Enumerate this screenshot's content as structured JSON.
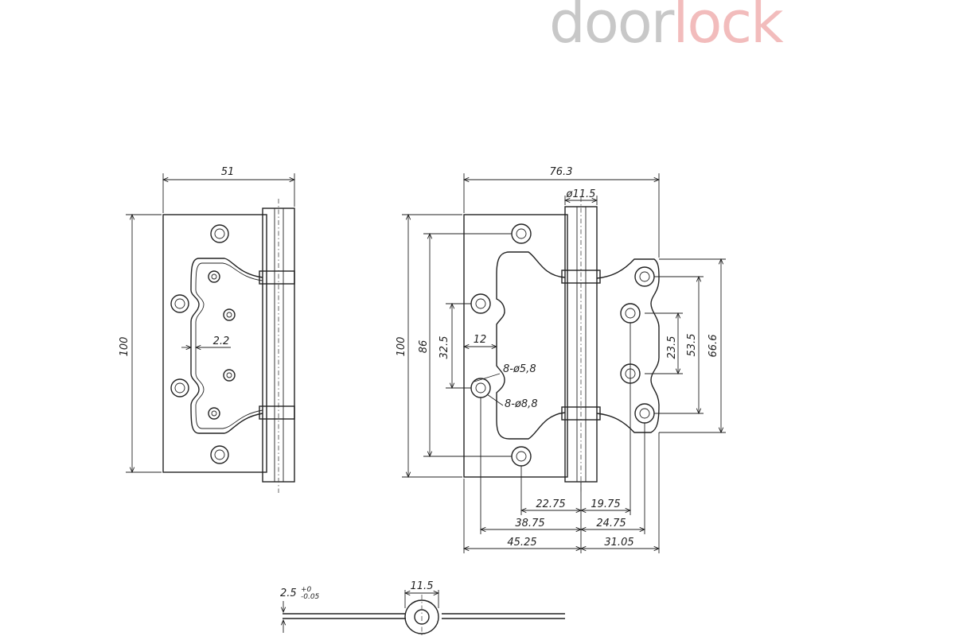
{
  "logo": {
    "part1": "door",
    "part2": "lock"
  },
  "colors": {
    "logo_gray": "#c8c8c8",
    "logo_red": "#f2bcbc",
    "line": "#222222"
  },
  "left_view": {
    "width": "51",
    "height": "100",
    "offset": "2.2"
  },
  "right_view": {
    "overall_width": "76.3",
    "knuckle_diameter": "ø11.5",
    "height": "100",
    "hole_span": "86",
    "hole_offset_y": "32.5",
    "edge_x": "12",
    "hole_small": "8-ø5,8",
    "hole_large": "8-ø8,8",
    "leaf_span_inner": "23.5",
    "leaf_span_mid": "53.5",
    "leaf_span_outer": "66.6",
    "h1": "22.75",
    "h2": "19.75",
    "h3": "38.75",
    "h4": "24.75",
    "h5": "45.25",
    "h6": "31.05"
  },
  "bottom_view": {
    "thickness_main": "2.5",
    "thickness_tol_plus": "+0",
    "thickness_tol_minus": "-0.05",
    "knuckle": "11.5"
  }
}
